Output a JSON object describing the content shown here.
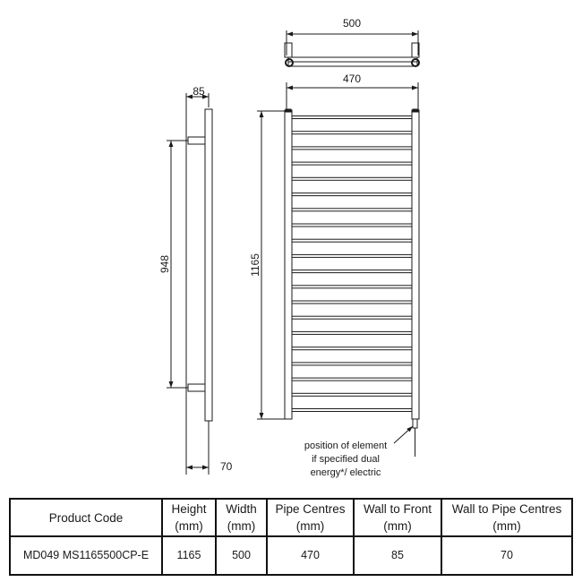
{
  "dimensions": {
    "overall_width": "500",
    "pipe_centres": "470",
    "wall_to_front": "85",
    "bracket_centres": "948",
    "overall_height": "1165",
    "wall_to_pipe": "70"
  },
  "element_note": [
    "position of element",
    "if specified dual",
    "energy*/ electric"
  ],
  "ladder_rails": 20,
  "table": {
    "headers": [
      [
        "Product Code"
      ],
      [
        "Height",
        "(mm)"
      ],
      [
        "Width",
        "(mm)"
      ],
      [
        "Pipe Centres",
        "(mm)"
      ],
      [
        "Wall to Front",
        "(mm)"
      ],
      [
        "Wall to Pipe Centres",
        "(mm)"
      ]
    ],
    "row": [
      "MD049 MS1165500CP-E",
      "1165",
      "500",
      "470",
      "85",
      "70"
    ]
  }
}
